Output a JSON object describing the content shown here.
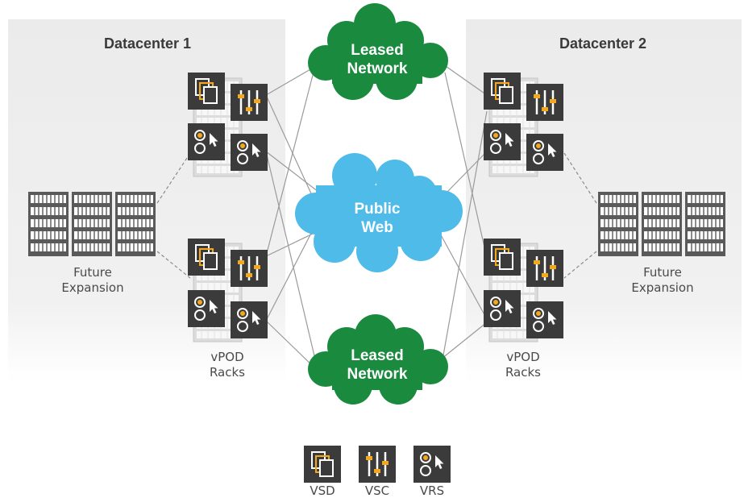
{
  "datacenters": [
    {
      "title": "Datacenter 1",
      "racks_label_line1": "vPOD",
      "racks_label_line2": "Racks",
      "expansion_line1": "Future",
      "expansion_line2": "Expansion"
    },
    {
      "title": "Datacenter 2",
      "racks_label_line1": "vPOD",
      "racks_label_line2": "Racks",
      "expansion_line1": "Future",
      "expansion_line2": "Expansion"
    }
  ],
  "clouds": [
    {
      "line1": "Leased",
      "line2": "Network",
      "color": "#1a8a3e"
    },
    {
      "line1": "Public",
      "line2": "Web",
      "color": "#4ebbe9"
    },
    {
      "line1": "Leased",
      "line2": "Network",
      "color": "#1a8a3e"
    }
  ],
  "legend": [
    {
      "icon": "vsd-icon",
      "label": "VSD"
    },
    {
      "icon": "vsc-icon",
      "label": "VSC"
    },
    {
      "icon": "vrs-icon",
      "label": "VRS"
    }
  ],
  "colors": {
    "icon_bg": "#3b3b3b",
    "icon_accent": "#f4a81d",
    "leased_cloud": "#1a8a3e",
    "public_cloud": "#4ebbe9",
    "panel_bg": "#ededed"
  }
}
